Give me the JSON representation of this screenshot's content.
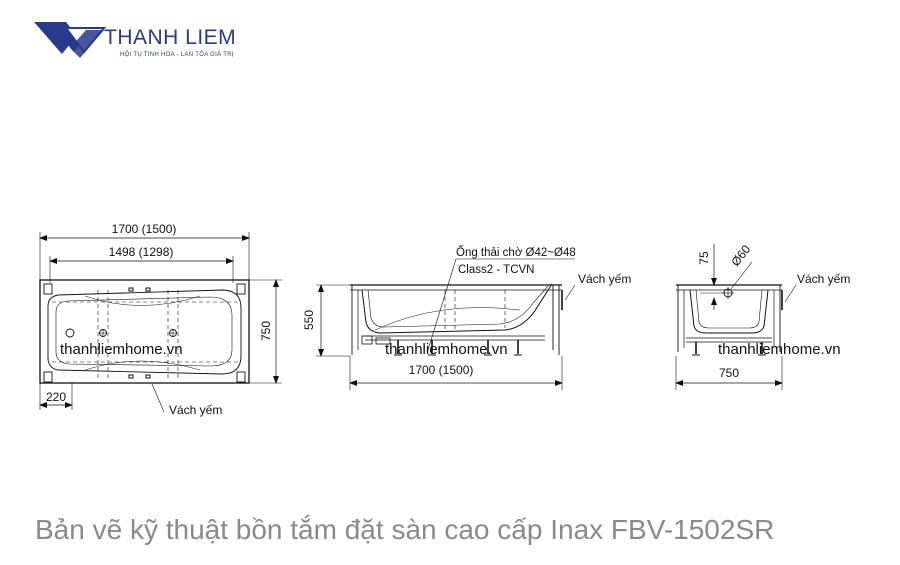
{
  "logo": {
    "brand": "THANH LIEM",
    "tagline": "HỘI TỤ TINH HOA - LAN TỎA GIÁ TRỊ",
    "brand_color": "#283a8c"
  },
  "plan_view": {
    "overall_width": "1700 (1500)",
    "inner_width": "1498 (1298)",
    "depth": "750",
    "offset": "220",
    "apron_label": "Vách yếm"
  },
  "side_view": {
    "height": "550",
    "length": "1700 (1500)",
    "drain_label": "Ống thải chờ Ø42~Ø48",
    "class_label": "Class2 - TCVN",
    "apron_label": "Vách yếm"
  },
  "end_view": {
    "rim_height": "75",
    "hole_diameter": "Ø60",
    "width": "750",
    "apron_label": "Vách yếm"
  },
  "watermark": "thanhliemhome.vn",
  "caption": "Bản vẽ kỹ thuật bồn tắm đặt sàn cao cấp Inax FBV-1502SR"
}
